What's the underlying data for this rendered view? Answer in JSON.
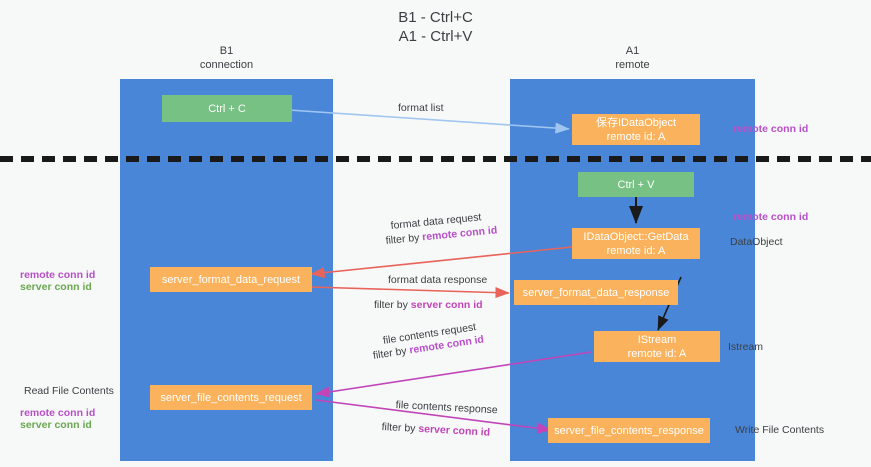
{
  "diagram": {
    "title_line1": "B1 - Ctrl+C",
    "title_line2": "A1 - Ctrl+V",
    "lanes": [
      {
        "id": "b1",
        "name": "B1",
        "sub": "connection",
        "color": "#4a86d8"
      },
      {
        "id": "a1",
        "name": "A1",
        "sub": "remote",
        "color": "#4a86d8"
      }
    ],
    "colors": {
      "lane": "#4a86d8",
      "green_node": "#76c183",
      "orange_node": "#fbb25c",
      "purple_text": "#b84fc9",
      "green_text": "#6aa84f",
      "blue_arrow": "#9fc5f0",
      "red_arrow": "#e8645a",
      "magenta_arrow": "#c245b8",
      "black_arrow": "#1a1a1a",
      "background": "#f7f8f8",
      "dashed_line": "#1a1a1a"
    },
    "nodes": [
      {
        "id": "ctrl-c",
        "label_1": "Ctrl + C",
        "label_2": "",
        "style": "green"
      },
      {
        "id": "save-idataobject",
        "label_1": "保存IDataObject",
        "label_2": "remote id: A",
        "style": "orange"
      },
      {
        "id": "ctrl-v",
        "label_1": "Ctrl + V",
        "label_2": "",
        "style": "green"
      },
      {
        "id": "idataobject-getdata",
        "label_1": "IDataObject::GetData",
        "label_2": "remote id: A",
        "style": "orange"
      },
      {
        "id": "server-format-data-request",
        "label_1": "server_format_data_request",
        "label_2": "",
        "style": "orange"
      },
      {
        "id": "server-format-data-response",
        "label_1": "server_format_data_response",
        "label_2": "",
        "style": "orange"
      },
      {
        "id": "istream",
        "label_1": "IStream",
        "label_2": "remote id: A",
        "style": "orange"
      },
      {
        "id": "server-file-contents-request",
        "label_1": "server_file_contents_request",
        "label_2": "",
        "style": "orange"
      },
      {
        "id": "server-file-contents-response",
        "label_1": "server_file_contents_response",
        "label_2": "",
        "style": "orange"
      }
    ],
    "edge_labels": {
      "format_list": "format list",
      "format_data_request": "format data request",
      "format_data_request_filter_prefix": "filter by ",
      "format_data_request_filter_key": "remote conn id",
      "format_data_response": "format data response",
      "format_data_response_filter_prefix": "filter by ",
      "format_data_response_filter_key": "server conn id",
      "file_contents_request": "file contents request",
      "file_contents_request_filter_prefix": "filter by ",
      "file_contents_request_filter_key": "remote conn id",
      "file_contents_response": "file contents response",
      "file_contents_response_filter_prefix": "filter by ",
      "file_contents_response_filter_key": "server conn id"
    },
    "annotations": {
      "right_remote_conn_id_top": "remote conn id",
      "right_remote_conn_id_mid": "remote conn id",
      "right_dataobject": "DataObject",
      "right_istream": "Istream",
      "right_write_file_contents": "Write File Contents",
      "left_remote_conn_id_mid": "remote conn id",
      "left_server_conn_id_mid": "server conn id",
      "left_read_file_contents": "Read File Contents",
      "left_remote_conn_id_bottom": "remote conn id",
      "left_server_conn_id_bottom": "server conn id"
    }
  }
}
